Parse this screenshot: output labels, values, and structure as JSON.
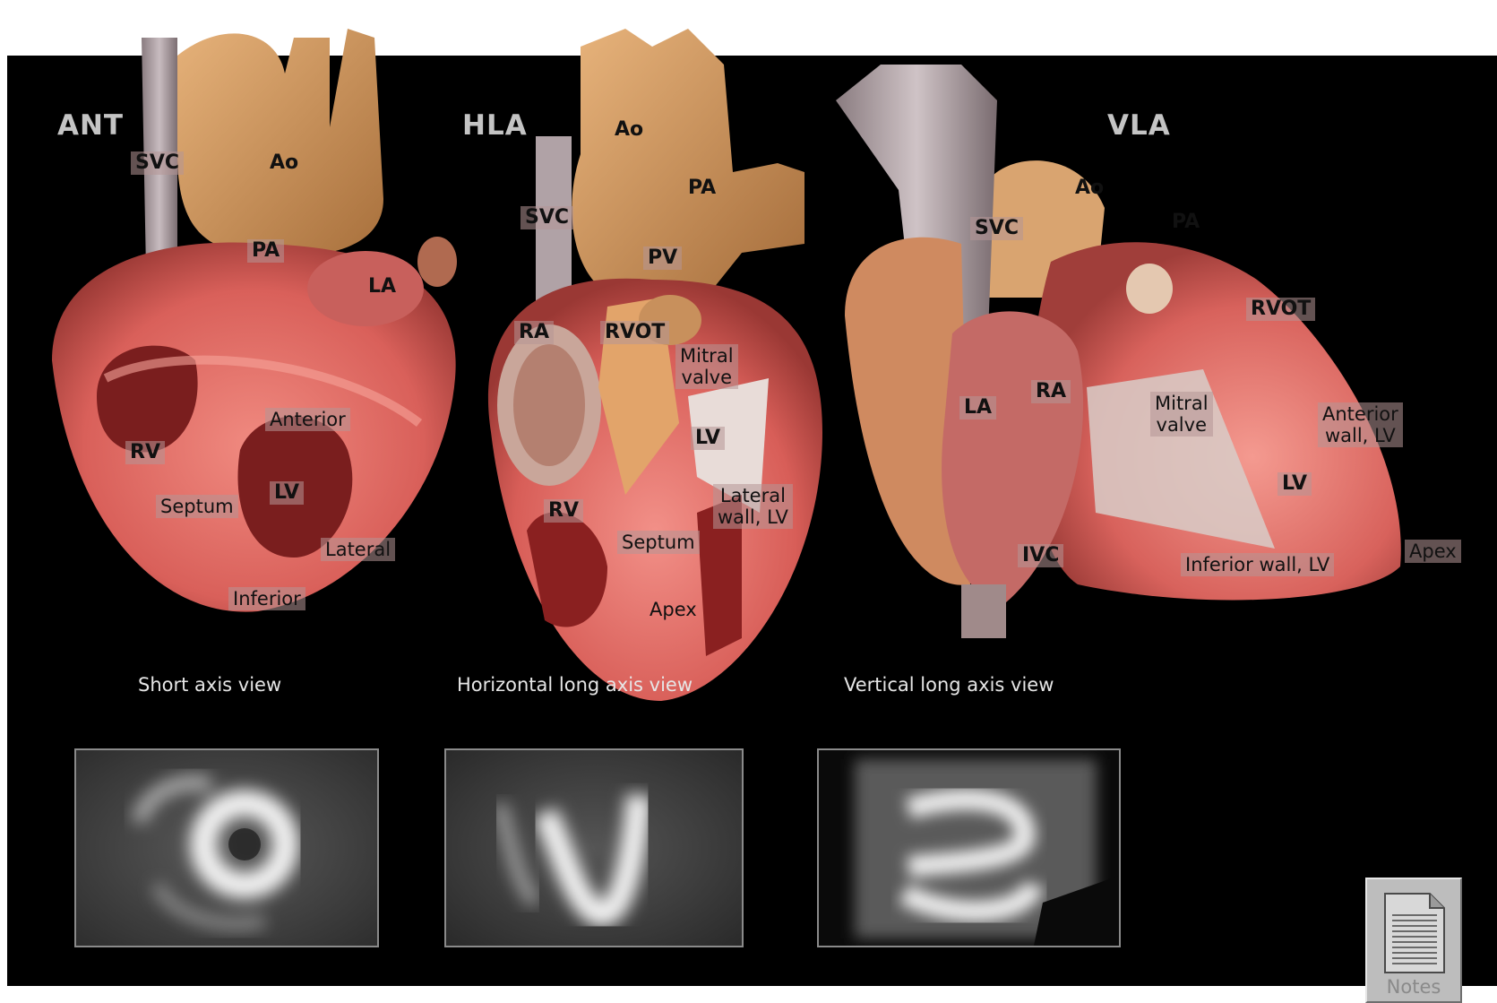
{
  "views": {
    "ant": {
      "title": "ANT",
      "labels": {
        "svc": "SVC",
        "ao": "Ao",
        "pa": "PA",
        "la": "LA",
        "anterior": "Anterior",
        "rv": "RV",
        "lv": "LV",
        "septum": "Septum",
        "lateral": "Lateral",
        "inferior": "Inferior"
      }
    },
    "hla": {
      "title": "HLA",
      "labels": {
        "ao": "Ao",
        "pa": "PA",
        "svc": "SVC",
        "pv": "PV",
        "ra": "RA",
        "rvot": "RVOT",
        "mitral_valve": "Mitral\nvalve",
        "lv": "LV",
        "lateral_wall": "Lateral\nwall, LV",
        "rv": "RV",
        "septum": "Septum",
        "apex": "Apex"
      }
    },
    "vla": {
      "title": "VLA",
      "labels": {
        "ao": "Ao",
        "svc": "SVC",
        "pa": "PA",
        "rvot": "RVOT",
        "la": "LA",
        "ra": "RA",
        "mitral_valve": "Mitral\nvalve",
        "anterior_wall": "Anterior\nwall, LV",
        "lv": "LV",
        "ivc": "IVC",
        "inferior_wall": "Inferior wall, LV",
        "apex": "Apex"
      }
    }
  },
  "scans": {
    "short_axis": "Short axis view",
    "horizontal_long_axis": "Horizontal long axis view",
    "vertical_long_axis": "Vertical long axis view"
  },
  "notes_button": {
    "label": "Notes",
    "icon": "document-icon"
  },
  "colors": {
    "background": "#000000",
    "myocardium": "#d9605a",
    "vessel": "#c9955a",
    "vein": "#a89a9e"
  }
}
